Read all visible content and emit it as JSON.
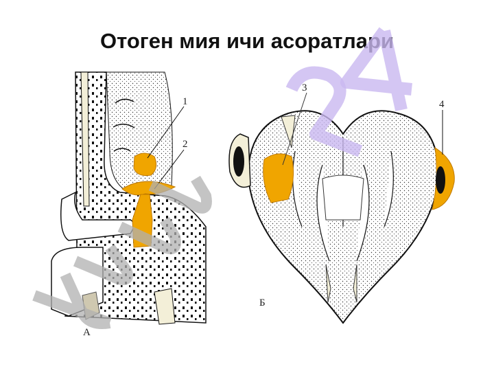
{
  "slide": {
    "title": "Отоген мия ичи  асоратлари"
  },
  "figure": {
    "labels": [
      "1",
      "2",
      "3",
      "4"
    ],
    "panel_a": "А",
    "panel_b": "Б"
  },
  "watermark": {
    "text": "hujjat24",
    "colors": {
      "gray": "#b0b0b0",
      "purple": "#c9b8f0"
    }
  },
  "colors": {
    "abscess": "#f0a500",
    "bone_fill": "#f3efd8",
    "ink": "#111111"
  }
}
